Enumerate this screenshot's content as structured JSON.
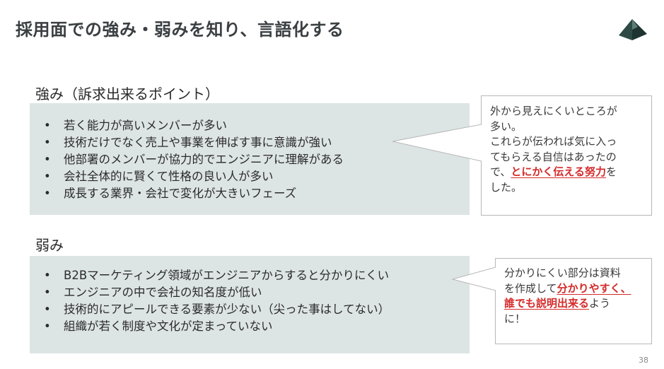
{
  "title": "採用面での強み・弱みを知り、言語化する",
  "strengths": {
    "heading": "強み（訴求出来るポイント）",
    "items": [
      "若く能力が高いメンバーが多い",
      "技術だけでなく売上や事業を伸ばす事に意識が強い",
      "他部署のメンバーが協力的でエンジニアに理解がある",
      "会社全体的に賢くて性格の良い人が多い",
      "成長する業界・会社で変化が大きいフェーズ"
    ],
    "callout": {
      "line1": "外から見えにくいところが",
      "line2": "多い。",
      "line3": "これらが伝われば気に入っ",
      "line4": "てもらえる自信はあったの",
      "line5_pre": "で、",
      "line5_emph": "とにかく伝える努力",
      "line5_post": "を",
      "line6": "した。"
    }
  },
  "weaknesses": {
    "heading": "弱み",
    "items": [
      "B2Bマーケティング領域がエンジニアからすると分かりにくい",
      "エンジニアの中で会社の知名度が低い",
      "技術的にアピールできる要素が少ない（尖った事はしてない）",
      "組織が若く制度や文化が定まっていない"
    ],
    "callout": {
      "line1": "分かりにくい部分は資料",
      "line2_pre": "を作成して",
      "line2_emph": "分かりやすく、",
      "line3_emph": "誰でも説明出来る",
      "line3_post": "よう",
      "line4": "に！"
    }
  },
  "page_number": "38",
  "colors": {
    "panel": "#dde4e4",
    "emphasis": "#d42a2a",
    "logo": "#2f4a45"
  }
}
